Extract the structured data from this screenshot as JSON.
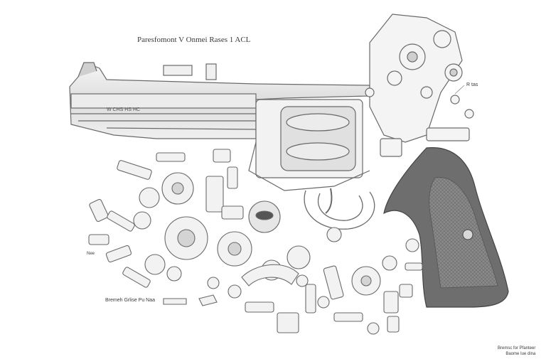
{
  "diagram": {
    "title": "Paresfomont V Onmei Rases 1 ACL",
    "barrel_stamp": "W CHS  HS  HC",
    "labels": {
      "left_small": "Nee",
      "bottom_left": "Bremeh Grlise Pu Naa",
      "right_small": "R tas",
      "corner_line1": "Bremsc for Pfanteer",
      "corner_line2": "Baome Iue dina"
    }
  },
  "colors": {
    "line": "#6a6a6a",
    "steel": "#e4e4e4",
    "grip": "#6e6e6e",
    "grip_panel": "#8a8a8a"
  }
}
